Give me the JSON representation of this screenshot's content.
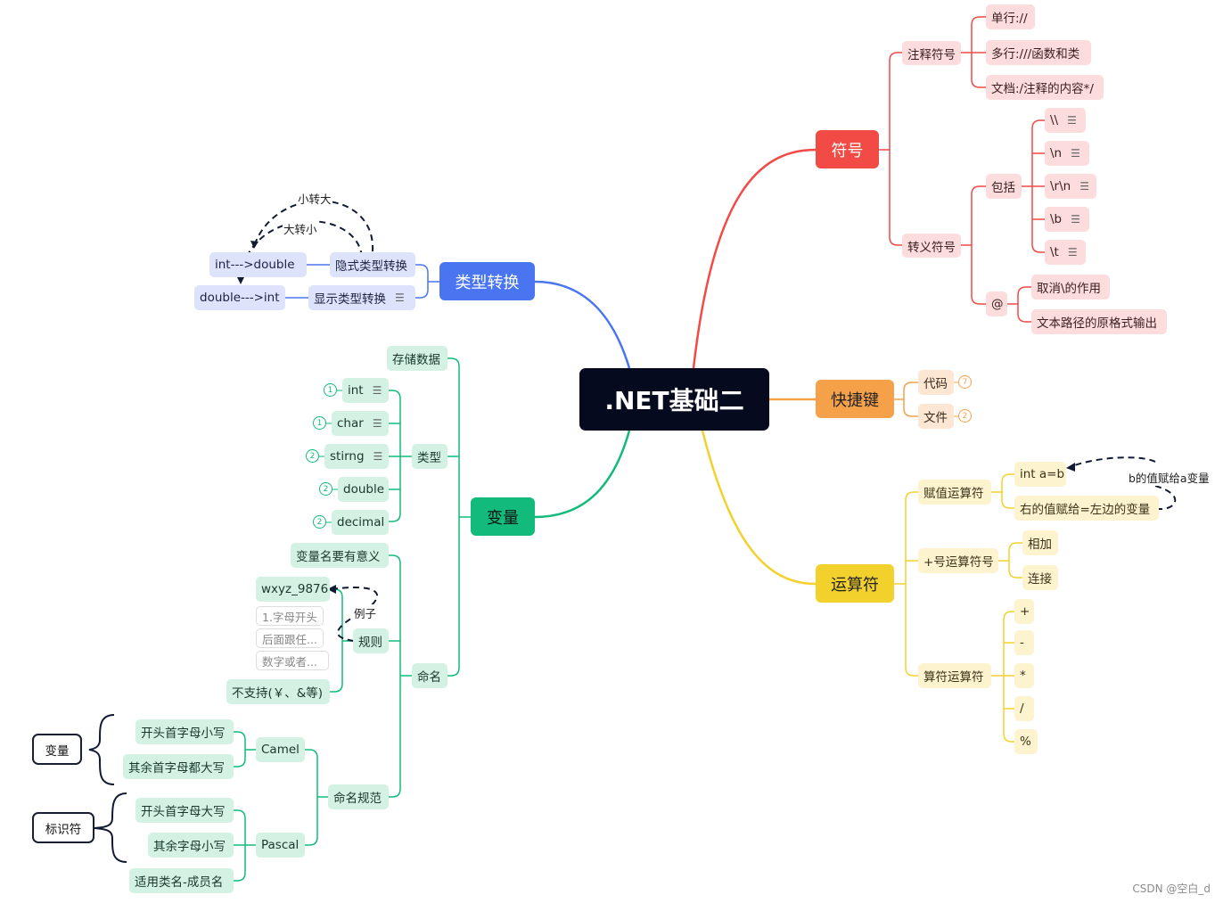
{
  "center": ".NET基础二",
  "symbols": {
    "title": "符号",
    "comments": {
      "title": "注释符号",
      "items": [
        "单行://",
        "多行:///函数和类",
        "文档:/注释的内容*/"
      ]
    },
    "escape": {
      "title": "转义符号",
      "includes": {
        "title": "包括",
        "items": [
          "\\\\",
          "\\n",
          "\\r\\n",
          "\\b",
          "\\t"
        ]
      },
      "at": {
        "title": "@",
        "items": [
          "取消\\的作用",
          "文本路径的原格式输出"
        ]
      }
    }
  },
  "shortcuts": {
    "title": "快捷键",
    "items": [
      {
        "label": "代码",
        "count": "7"
      },
      {
        "label": "文件",
        "count": "2"
      }
    ]
  },
  "operators": {
    "title": "运算符",
    "assign": {
      "title": "赋值运算符",
      "items": [
        "int a=b",
        "右的值赋给=左边的变量"
      ],
      "annotation": "b的值赋给a变量"
    },
    "plus": {
      "title": "+号运算符号",
      "items": [
        "相加",
        "连接"
      ]
    },
    "arith": {
      "title": "算符运算符",
      "items": [
        "+",
        "-",
        "*",
        "/",
        "%"
      ]
    }
  },
  "conversion": {
    "title": "类型转换",
    "implicit": {
      "title": "隐式类型转换",
      "item": "int--->double"
    },
    "explicit": {
      "title": "显示类型转换",
      "item": "double--->int"
    },
    "small_to_big": "小转大",
    "big_to_small": "大转小"
  },
  "variable": {
    "title": "变量",
    "store": "存储数据",
    "types": {
      "title": "类型",
      "items": [
        {
          "label": "int",
          "count": "1"
        },
        {
          "label": "char",
          "count": "1"
        },
        {
          "label": "stirng",
          "count": "2"
        },
        {
          "label": "double",
          "count": "2"
        },
        {
          "label": "decimal",
          "count": "2"
        }
      ]
    },
    "naming": {
      "title": "命名",
      "meaningful": "变量名要有意义",
      "rules": {
        "title": "规则",
        "example": "wxyz_9876",
        "example_label": "例子",
        "notes": [
          "1.字母开头",
          "后面跟任...",
          "数字或者..."
        ],
        "unsupported": "不支持(￥、&等)"
      },
      "convention": {
        "title": "命名规范",
        "camel": {
          "title": "Camel",
          "items": [
            "开头首字母小写",
            "其余首字母都大写"
          ],
          "summary": "变量"
        },
        "pascal": {
          "title": "Pascal",
          "items": [
            "开头首字母大写",
            "其余字母小写",
            "适用类名-成员名"
          ],
          "summary": "标识符"
        }
      }
    }
  },
  "colors": {
    "red": "#f24a45",
    "orange": "#f5a14a",
    "yellow": "#f3d12d",
    "blue": "#4a75f0",
    "green": "#12bb7b"
  },
  "watermark": "CSDN @空白_d"
}
